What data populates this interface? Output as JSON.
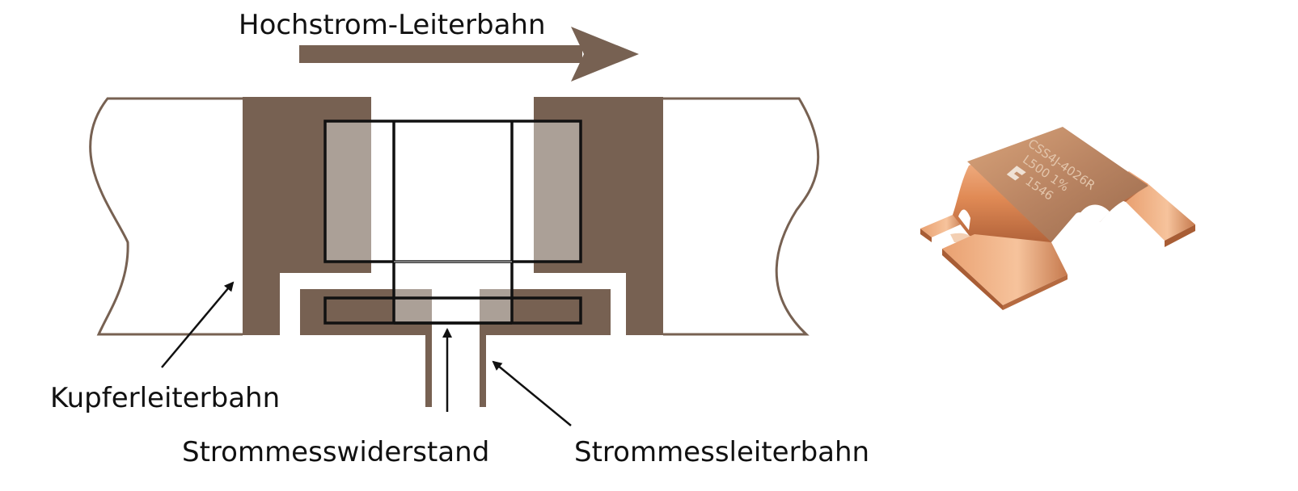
{
  "labels": {
    "flow": "Hochstrom-Leiterbahn",
    "copper": "Kupferleiterbahn",
    "resistor": "Strommesswiderstand",
    "sense": "Strommessleiterbahn"
  },
  "component_marking": {
    "line1": "CSS4J-4026R",
    "line2": "L500 1%",
    "line3": "1546"
  },
  "colors": {
    "trace": "#776152",
    "pad": "#aba097",
    "outline": "#111111",
    "copper": "#c98a5e"
  },
  "icons": {
    "flow_arrow": "right-arrow-icon",
    "pointer": "arrow-pointer-icon",
    "logo": "manufacturer-logo-icon"
  }
}
